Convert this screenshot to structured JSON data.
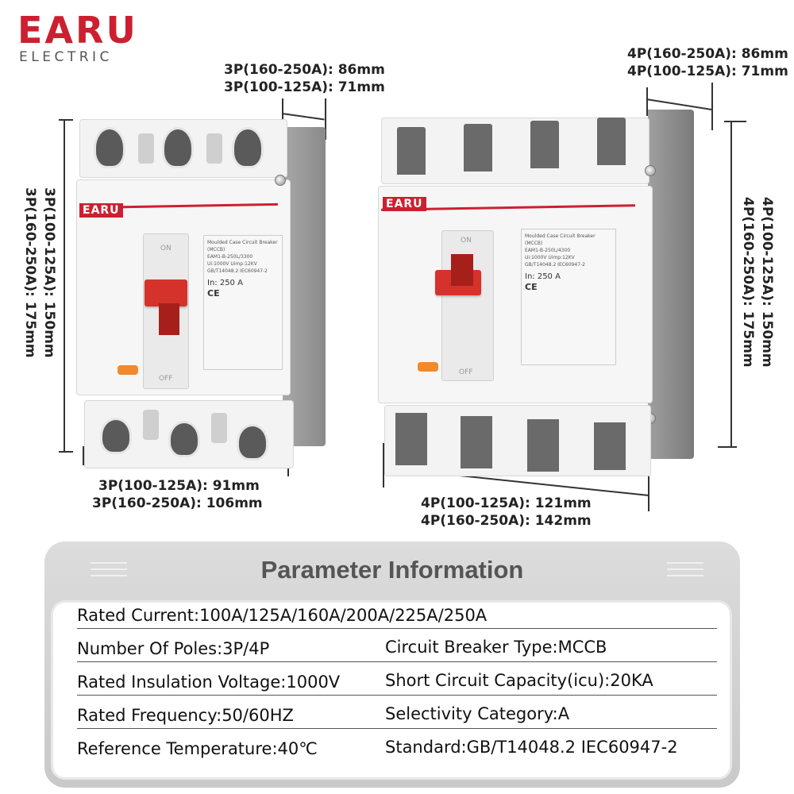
{
  "brand": {
    "name": "EARU",
    "sub": "ELECTRIC"
  },
  "colors": {
    "brand_red": "#cc2030",
    "handle_red": "#d6322c",
    "indicator_orange": "#f08a2c",
    "panel_gray": "#d3d3d3"
  },
  "dims_3p": {
    "top": [
      "3P(160-250A): 86mm",
      "3P(100-125A): 71mm"
    ],
    "left": [
      "3P(100-125A): 150mm",
      "3P(160-250A): 175mm"
    ],
    "bottom": [
      "3P(100-125A): 91mm",
      "3P(160-250A): 106mm"
    ]
  },
  "dims_4p": {
    "top": [
      "4P(160-250A): 86mm",
      "4P(100-125A): 71mm"
    ],
    "right": [
      "4P(100-125A): 150mm",
      "4P(160-250A): 175mm"
    ],
    "bottom": [
      "4P(100-125A): 121mm",
      "4P(160-250A): 142mm"
    ]
  },
  "breaker_3p": {
    "brand": "EARU",
    "label_title": "Moulded Case Circuit Breaker",
    "label_sub": "(MCCB)",
    "model": "EAM1-B-250L/3300",
    "ratings": "Ui:1000V  Uimp:12KV",
    "rating": "In: 250 A",
    "standard": "GB/T14048.2  IEC60947-2",
    "ce": "CE",
    "on": "ON",
    "off": "OFF"
  },
  "breaker_4p": {
    "brand": "EARU",
    "label_title": "Moulded Case Circuit Breaker",
    "label_sub": "(MCCB)",
    "model": "EAM1-B-250L/4300",
    "ratings": "Ui:1000V  Uimp:12KV",
    "rating": "In: 250 A",
    "standard": "GB/T14048.2  IEC60947-2",
    "ce": "CE",
    "on": "ON",
    "off": "OFF"
  },
  "params": {
    "title": "Parameter Information",
    "rated_current": "Rated Current:100A/125A/160A/200A/225A/250A",
    "poles": "Number Of Poles:3P/4P",
    "breaker_type": "Circuit Breaker Type:MCCB",
    "insulation_voltage": "Rated Insulation Voltage:1000V",
    "short_circuit": "Short Circuit Capacity(icu):20KA",
    "frequency": "Rated Frequency:50/60HZ",
    "selectivity": "Selectivity Category:A",
    "temperature": "Reference Temperature:40℃",
    "standard": "Standard:GB/T14048.2  IEC60947-2"
  }
}
